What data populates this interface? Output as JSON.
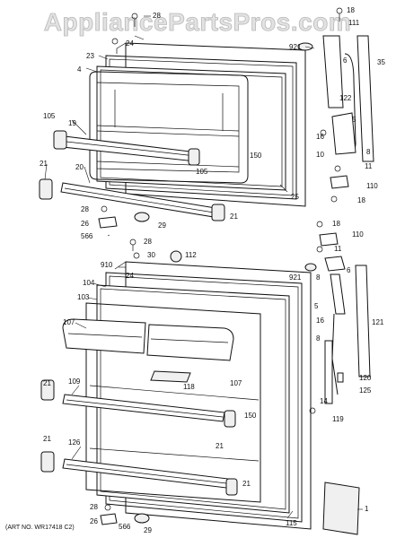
{
  "watermark": "AppliancePartsPros.com",
  "art_number": "(ART NO. WR17418 C2)",
  "callouts": {
    "c18a": "18",
    "c28a": "28",
    "c24a": "24",
    "c111a": "111",
    "c23": "23",
    "c921a": "921",
    "c6a": "6",
    "c35": "35",
    "c4": "4",
    "c122": "122",
    "c105a": "105",
    "c19": "19",
    "c5a": "5",
    "c16a": "16",
    "c8a": "8",
    "c150a": "150",
    "c105b": "105",
    "c21a": "21",
    "c20": "20",
    "c10": "10",
    "c11a": "11",
    "c25": "25",
    "c110a": "110",
    "c28b": "28",
    "c18b": "18",
    "c26a": "26",
    "c29a": "29",
    "c21b": "21",
    "c566a": "566",
    "c18c": "18",
    "c110b": "110",
    "c28c": "28",
    "c30": "30",
    "c112": "112",
    "c11b": "11",
    "c910": "910",
    "c24b": "24",
    "c921b": "921",
    "c104": "104",
    "c8b": "8",
    "c6b": "6",
    "c103": "103",
    "c5b": "5",
    "c107a": "107",
    "c16b": "16",
    "c121": "121",
    "c8c": "8",
    "c21c": "21",
    "c109": "109",
    "c118": "118",
    "c107b": "107",
    "c120": "120",
    "c125": "125",
    "c14": "14",
    "c119": "119",
    "c150b": "150",
    "c21d": "21",
    "c21e": "21",
    "c126": "126",
    "c21f": "21",
    "c1": "1",
    "c28d": "28",
    "c26b": "26",
    "c566b": "566",
    "c29b": "29",
    "c115": "115"
  }
}
